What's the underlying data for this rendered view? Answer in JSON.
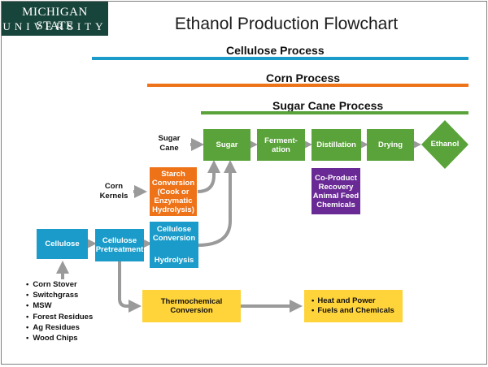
{
  "logo": {
    "line1": "MICHIGAN STATE",
    "line2": "UNIVERSITY"
  },
  "title": "Ethanol Production Flowchart",
  "processes": [
    {
      "label": "Cellulose Process",
      "color": "#1a9bc9"
    },
    {
      "label": "Corn Process",
      "color": "#ee7218"
    },
    {
      "label": "Sugar Cane Process",
      "color": "#5aa33a"
    }
  ],
  "inputs": {
    "sugar_cane": "Sugar Cane",
    "corn_kernels": "Corn Kernels"
  },
  "steps": {
    "sugar": "Sugar",
    "fermentation": "Ferment-ation",
    "distillation": "Distillation",
    "drying": "Drying",
    "ethanol": "Ethanol",
    "coproduct": "Co-Product Recovery Animal Feed Chemicals",
    "starch_conversion": "Starch Conversion (Cook or Enzymatic Hydrolysis)",
    "cellulose": "Cellulose",
    "cellulose_pretreatment": "Cellulose Pretreatment",
    "cellulose_conversion": "Cellulose Conversion",
    "hydrolysis": "Hydrolysis",
    "thermochemical": "Thermochemical Conversion"
  },
  "outputs": [
    "Heat and Power",
    "Fuels and Chemicals"
  ],
  "feedstocks": [
    "Corn Stover",
    "Switchgrass",
    "MSW",
    "Forest Residues",
    "Ag Residues",
    "Wood Chips"
  ],
  "colors": {
    "msu_green": "#18453b",
    "green": "#5aa33a",
    "blue": "#1a9bc9",
    "orange": "#ee7218",
    "purple": "#6a2a95",
    "yellow": "#ffd33a",
    "arrow": "#9a9a9a"
  }
}
